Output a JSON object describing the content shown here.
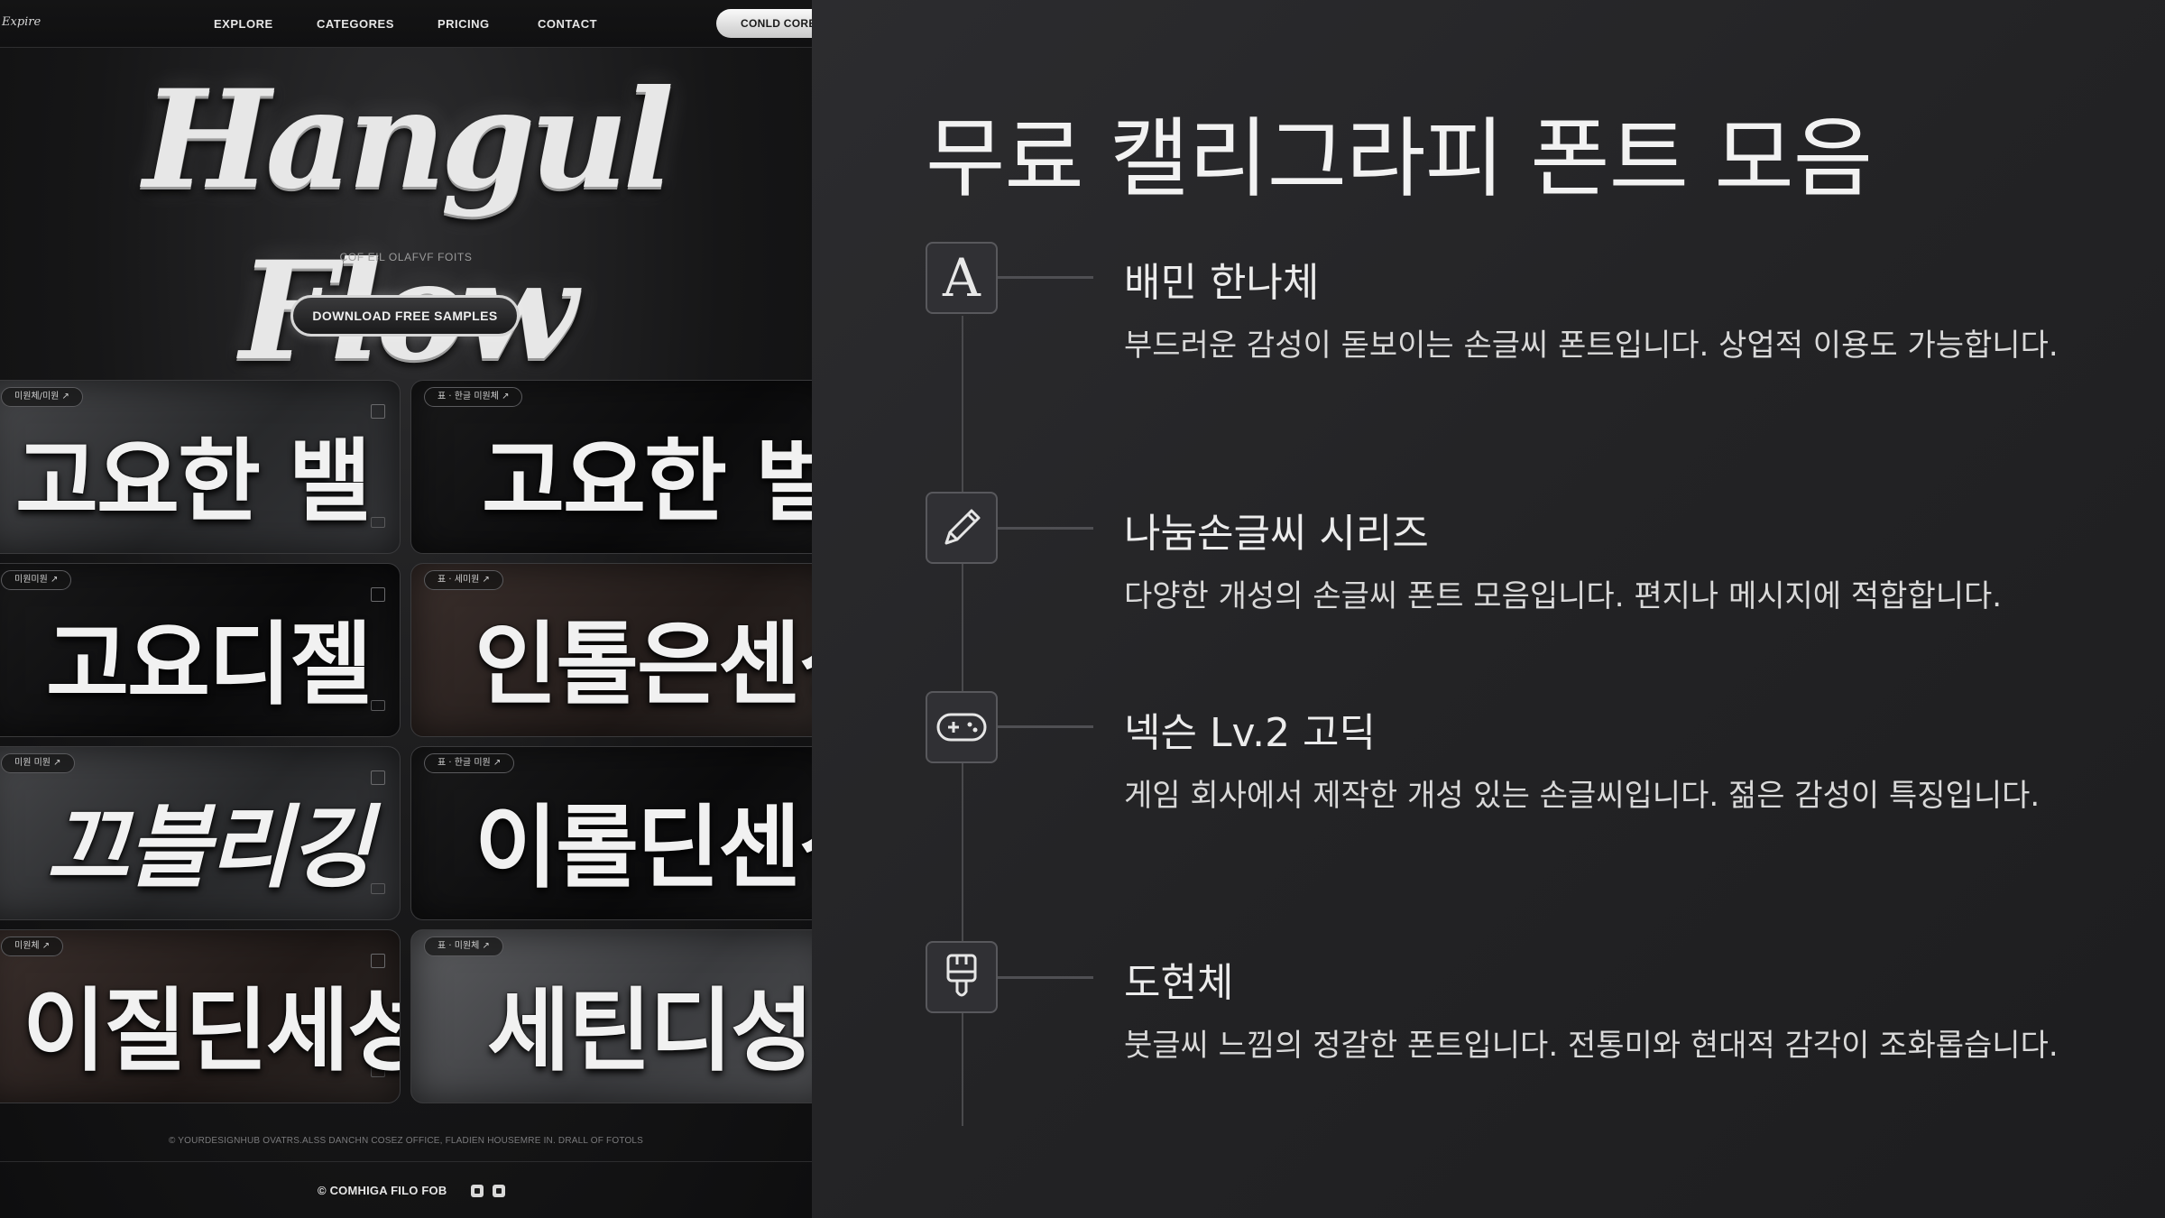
{
  "left_site": {
    "logo": "Expire",
    "nav": [
      "EXPLORE",
      "CATEGORES",
      "PRICING",
      "CONTACT"
    ],
    "nav_cta": "CONLD CORE",
    "hero_title": "Hangul Flow",
    "hero_subtitle": "COF EIL OLAFVF FOITS",
    "hero_button": "DOWNLOAD FREE SAMPLES",
    "cards": [
      {
        "tag": "미원체/미원 ↗",
        "text": "고요한 밸"
      },
      {
        "tag": "표 · 한글 미원체 ↗",
        "text": "고요한 벌"
      },
      {
        "tag": "미원미원 ↗",
        "text": "고요디젤"
      },
      {
        "tag": "표 · 세미원 ↗",
        "text": "인톨은센성"
      },
      {
        "tag": "미원 미원 ↗",
        "text": "끄블리깅"
      },
      {
        "tag": "표 · 한글 미원 ↗",
        "text": "이롤딘센성"
      },
      {
        "tag": "미원체 ↗",
        "text": "이질딘세성"
      },
      {
        "tag": "표 · 미원체 ↗",
        "text": "세틴디성"
      }
    ],
    "footer_line": "© YOURDESIGNHUB OVATRS.ALSS DANCHN COSEZ OFFICE, FLADIEN HOUSEMRE IN. DRALL OF FOTOLS",
    "footer_copy": "© COMHIGA FILO FOB"
  },
  "panel": {
    "title": "무료 캘리그라피 폰트 모음",
    "items": [
      {
        "icon": "letter-a-icon",
        "glyph": "A",
        "title": "배민 한나체",
        "desc": "부드러운 감성이 돋보이는 손글씨 폰트입니다. 상업적 이용도 가능합니다."
      },
      {
        "icon": "pencil-icon",
        "title": "나눔손글씨 시리즈",
        "desc": "다양한 개성의 손글씨 폰트 모음입니다. 편지나 메시지에 적합합니다."
      },
      {
        "icon": "gamepad-icon",
        "title": "넥슨 Lv.2 고딕",
        "desc": "게임 회사에서 제작한 개성 있는 손글씨입니다. 젊은 감성이 특징입니다."
      },
      {
        "icon": "brush-icon",
        "title": "도현체",
        "desc": "붓글씨 느낌의 정갈한 폰트입니다. 전통미와 현대적 감각이 조화롭습니다."
      }
    ]
  }
}
